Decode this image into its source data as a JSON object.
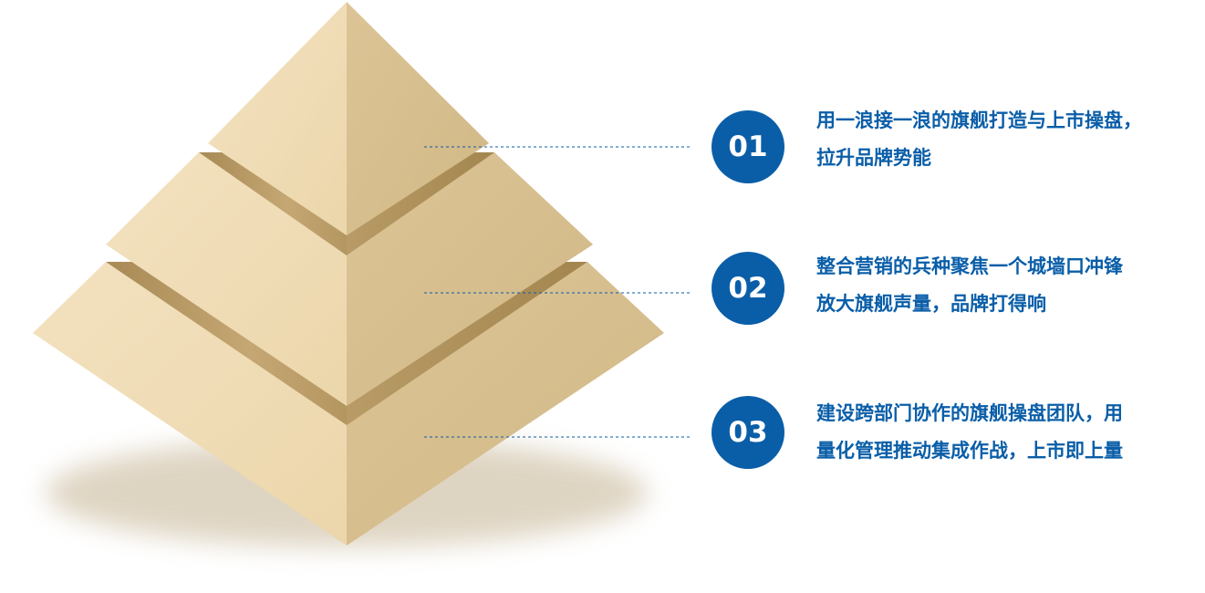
{
  "colors": {
    "accent": "#0a5ea8",
    "pyramid_light": "#f0dcb4",
    "pyramid_dark": "#d5bd8d",
    "pyramid_shadow": "#b89e6a",
    "connector_line": "#0a5ea8"
  },
  "steps": [
    {
      "number": "01",
      "line1": "用一浪接一浪的旗舰打造与上市操盘，",
      "line2": "拉升品牌势能"
    },
    {
      "number": "02",
      "line1": "整合营销的兵种聚焦一个城墙口冲锋",
      "line2": "放大旗舰声量，品牌打得响"
    },
    {
      "number": "03",
      "line1": "建设跨部门协作的旗舰操盘团队，用",
      "line2": "量化管理推动集成作战，上市即上量"
    }
  ]
}
